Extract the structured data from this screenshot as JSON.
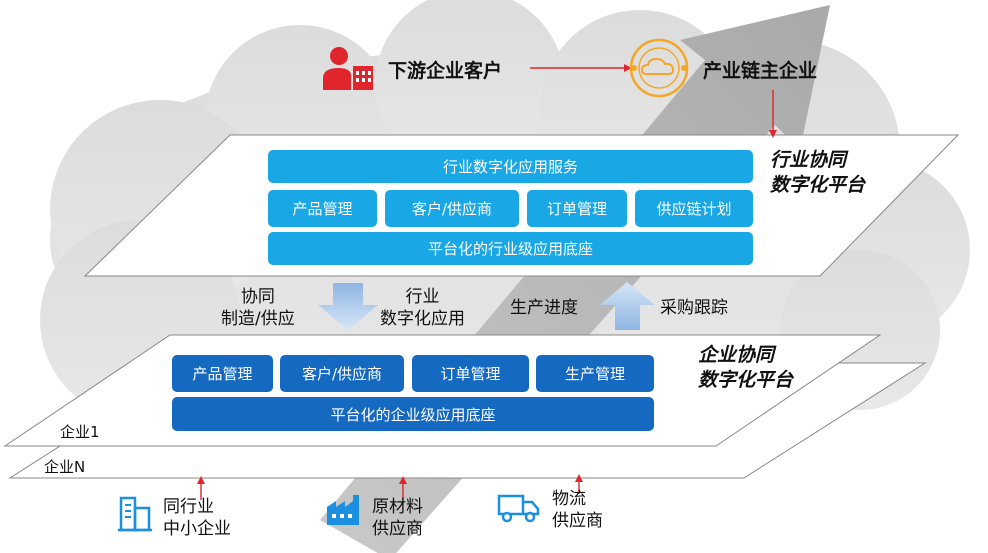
{
  "top": {
    "customer_label": "下游企业客户",
    "core_label": "产业链主企业"
  },
  "industry_platform": {
    "label_line1": "行业协同",
    "label_line2": "数字化平台",
    "service_bar": "行业数字化应用服务",
    "modules": [
      "产品管理",
      "客户/供应商",
      "订单管理",
      "供应链计划"
    ],
    "base_bar": "平台化的行业级应用底座"
  },
  "middle": {
    "left_line1": "协同",
    "left_line2": "制造/供应",
    "center_line1": "行业",
    "center_line2": "数字化应用",
    "progress": "生产进度",
    "tracking": "采购跟踪"
  },
  "enterprise_platform": {
    "label_line1": "企业协同",
    "label_line2": "数字化平台",
    "modules": [
      "产品管理",
      "客户/供应商",
      "订单管理",
      "生产管理"
    ],
    "base_bar": "平台化的企业级应用底座",
    "layer1": "企业1",
    "layerN": "企业N"
  },
  "bottom": {
    "smes_line1": "同行业",
    "smes_line2": "中小企业",
    "raw_line1": "原材料",
    "raw_line2": "供应商",
    "logistics_line1": "物流",
    "logistics_line2": "供应商"
  },
  "colors": {
    "top_box": "#1aa7e6",
    "bottom_box": "#1569c1",
    "arrow_red": "#e0252d",
    "icon_orange": "#f5a623",
    "icon_blue": "#1b8fe0"
  }
}
